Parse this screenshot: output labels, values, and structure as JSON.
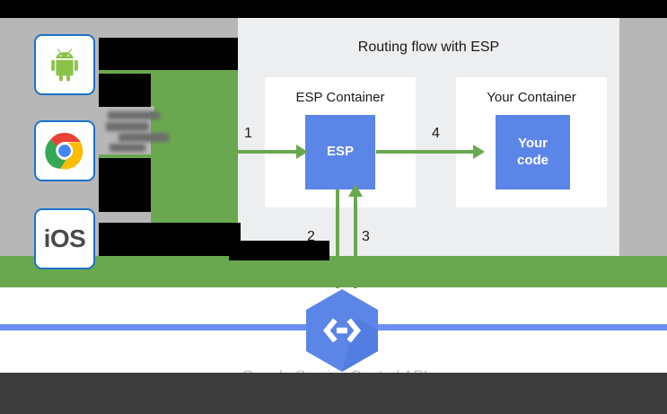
{
  "diagram": {
    "title": "Routing flow with ESP",
    "containers": [
      {
        "title": "ESP Container",
        "box_label": "ESP"
      },
      {
        "title": "Your Container",
        "box_label": "Your\ncode"
      }
    ],
    "esp_box_label": "ESP",
    "your_code_label_line1": "Your",
    "your_code_label_line2": "code",
    "arrow_labels": {
      "one": "1",
      "two": "2",
      "three": "3",
      "four": "4"
    },
    "colors": {
      "box_blue": "#5c85e8",
      "arrow_green": "#6aa84f",
      "panel_gray": "#eceef0",
      "container_white": "#ffffff",
      "page_gray": "#b7b7b7",
      "rule_blue": "#6b8ef2",
      "card_border_blue": "#1a73c8"
    }
  },
  "clients": [
    {
      "name": "Android",
      "icon": "android-icon"
    },
    {
      "name": "Chrome",
      "icon": "chrome-icon"
    },
    {
      "name": "iOS",
      "icon": "ios-icon",
      "label": "iOS"
    }
  ],
  "service": {
    "icon": "cloud-endpoints-hexagon-icon",
    "caption": "Google Service Control API"
  },
  "obscured": {
    "note": "blurred gray text",
    "redactions": "black rectangles"
  }
}
